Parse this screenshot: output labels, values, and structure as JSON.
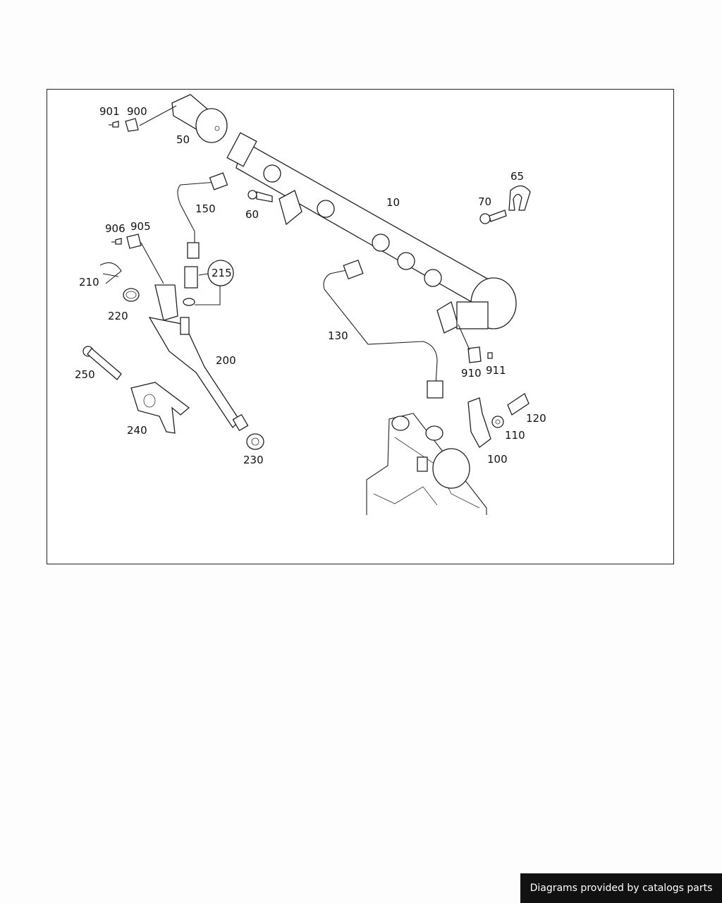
{
  "diagram": {
    "callouts": {
      "p10": "10",
      "p50": "50",
      "p60": "60",
      "p65": "65",
      "p70": "70",
      "p100": "100",
      "p110": "110",
      "p120": "120",
      "p130": "130",
      "p150": "150",
      "p200": "200",
      "p210": "210",
      "p215": "215",
      "p220": "220",
      "p230": "230",
      "p240": "240",
      "p250": "250",
      "p900": "900",
      "p901": "901",
      "p905": "905",
      "p906": "906",
      "p910": "910",
      "p911": "911"
    }
  },
  "footer": {
    "credit": "Diagrams provided by catalogs parts"
  }
}
